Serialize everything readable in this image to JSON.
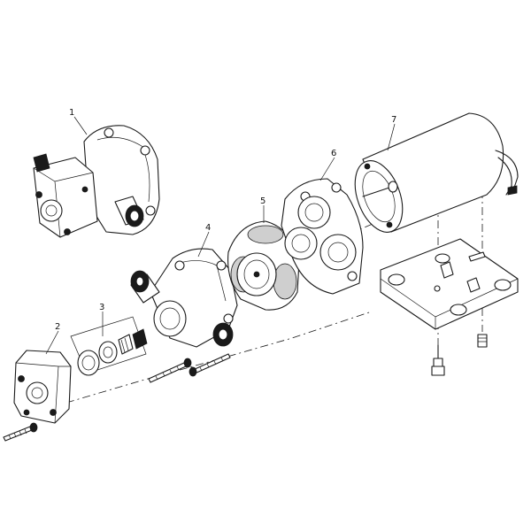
{
  "diagram": {
    "parts": [
      {
        "id": "part-1",
        "number": "1"
      },
      {
        "id": "part-2",
        "number": "2"
      },
      {
        "id": "part-3",
        "number": "3"
      },
      {
        "id": "part-4",
        "number": "4"
      },
      {
        "id": "part-5",
        "number": "5"
      },
      {
        "id": "part-6",
        "number": "6"
      },
      {
        "id": "part-7",
        "number": "7"
      }
    ]
  },
  "colors": {
    "line": "#1a1a1a",
    "background": "#ffffff",
    "shade": "#cfcfcf"
  }
}
